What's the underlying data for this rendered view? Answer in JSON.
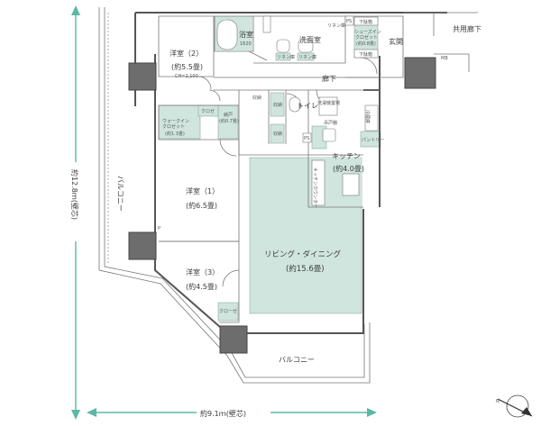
{
  "rooms": {
    "room2_name": "洋室（2）",
    "room2_size": "(約5.5畳)",
    "room2_ceiling": "CH=2,100",
    "bath_name": "浴室",
    "bath_size": "1620",
    "washroom": "洗面室",
    "entrance": "玄関",
    "hallway": "廊下",
    "shared_hallway": "共用廊下",
    "room1_name": "洋室（1）",
    "room1_size": "(約6.5畳)",
    "room3_name": "洋室（3）",
    "room3_size": "(約4.5畳)",
    "living_name": "リビング・ダイニング",
    "living_size": "(約15.6畳)",
    "kitchen_name": "キッチン",
    "kitchen_size": "(約4.0畳)",
    "toilet": "トイレ",
    "balcony_left": "バルコニー",
    "balcony_bottom": "バルコニー"
  },
  "storage": {
    "wic_name": "ウォークイン\nクロゼット",
    "wic_label_1": "ウォークイン",
    "wic_label_2": "クロゼット",
    "wic_size": "(約1.3畳)",
    "closet": "クロゼ",
    "nando": "納戸",
    "nando_size": "(約0.7畳)",
    "shoes_label_1": "シューズイン",
    "shoes_label_2": "クロゼット",
    "shoes_size": "(約0.8畳)",
    "pantry": "パントリー",
    "shoebox_top": "下駄箱",
    "shoebox_bottom": "下駄箱",
    "closet_r3": "クローゼ"
  },
  "fixtures": {
    "linen1": "リネン庫",
    "linen2": "リネン庫",
    "linen3": "リネン庫",
    "storage_a": "収納",
    "storage_b": "収納",
    "storage_c": "収納",
    "ps1": "PS",
    "ps2": "PS",
    "mb": "MB",
    "wash_machine": "洗濯機置場",
    "counter": "キッチンカウンター",
    "fridge": "冷蔵庫",
    "corner_label": "P",
    "kitchen_shelf": "吊戸棚"
  },
  "dimensions": {
    "vertical_label": "約12.8ｍ(壁芯)",
    "vertical_chars": [
      "約",
      "12.8",
      "ｍ",
      "(",
      "壁",
      "芯",
      ")"
    ],
    "horizontal_label": "約9.1ｍ(壁芯)"
  },
  "compass": {
    "north": "N"
  },
  "colors": {
    "wet_area": "#cfe5de",
    "dimension_arrow": "#5bb8a8",
    "wall": "#555555",
    "column": "#6d6d6d"
  }
}
